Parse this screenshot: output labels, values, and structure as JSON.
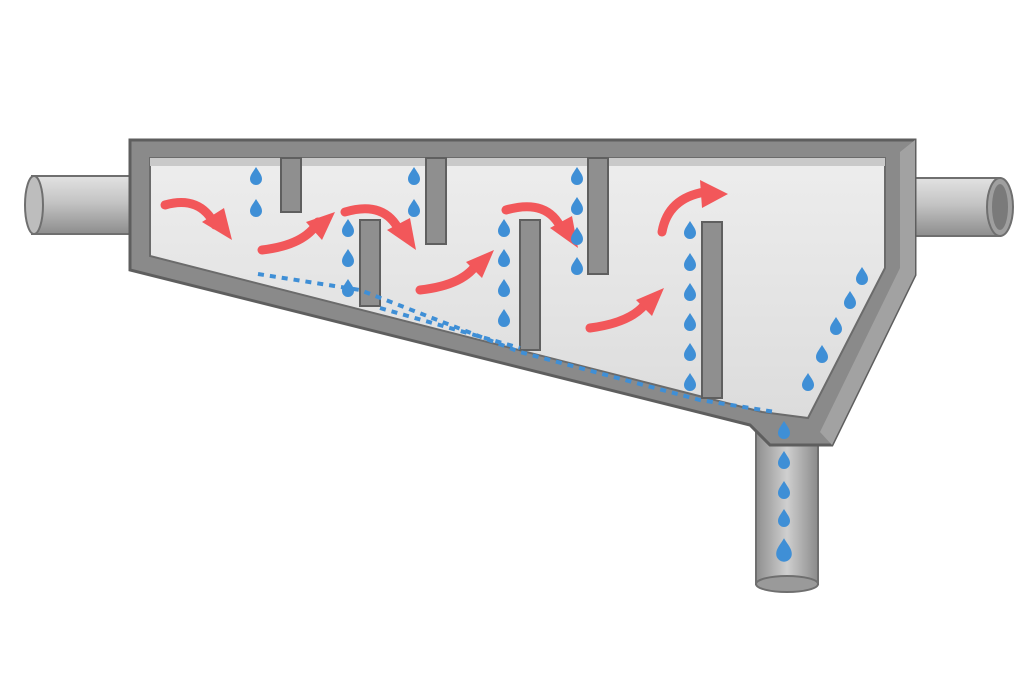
{
  "diagram": {
    "kind": "baffled separator tank cross-section",
    "labels": [],
    "chambers": 4,
    "components": [
      {
        "id": "inlet-pipe",
        "role": "inlet",
        "icon": "pipe"
      },
      {
        "id": "outlet-pipe",
        "role": "outlet",
        "icon": "pipe"
      },
      {
        "id": "drain-pipe",
        "role": "bottom drain",
        "icon": "pipe"
      },
      {
        "id": "tank-body",
        "role": "tank",
        "icon": "tank"
      },
      {
        "id": "baffles",
        "role": "alternating top and bottom baffles",
        "icon": "baffle"
      },
      {
        "id": "flow-arrows",
        "role": "flow direction",
        "icon": "curved-arrow"
      },
      {
        "id": "water-drops",
        "role": "descending water",
        "icon": "water-drop"
      },
      {
        "id": "sediment-line",
        "role": "dotted water path along floor",
        "icon": "dotted-line"
      }
    ],
    "colors": {
      "tank_wall": "#8a8a8a",
      "tank_wall_dark": "#6e6e6e",
      "interior": "#e7e7e7",
      "flow_arrow": "#f2575a",
      "water_drop": "#3f8fd6",
      "dotted_line": "#3f8fd6",
      "pipe": "#b9b9b9"
    }
  }
}
